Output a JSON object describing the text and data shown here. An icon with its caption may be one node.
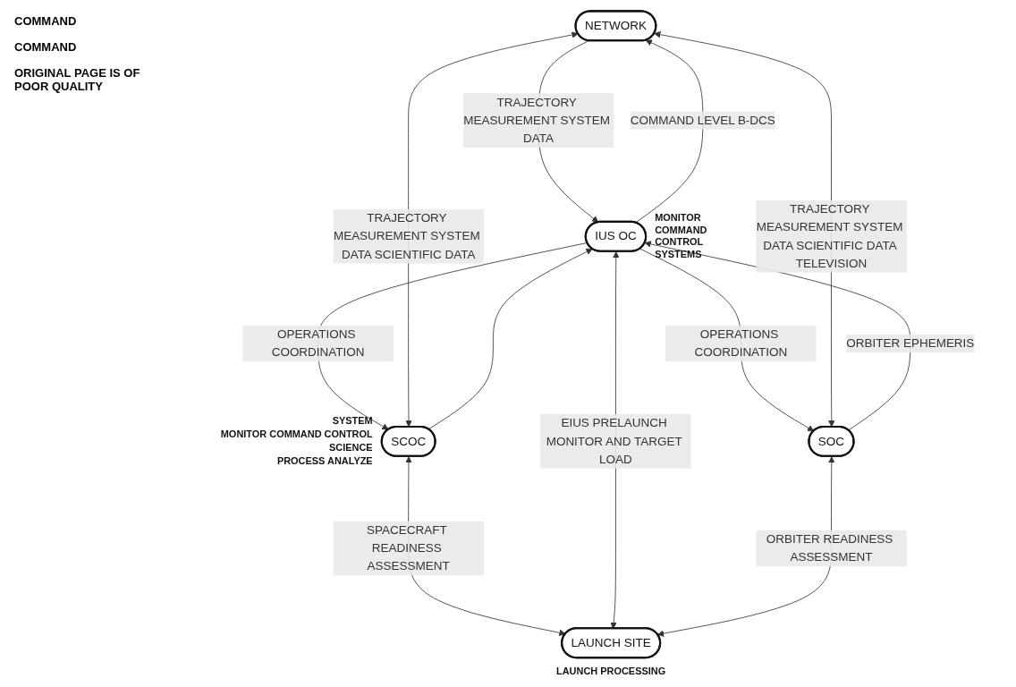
{
  "diagram": {
    "nodes": [
      {
        "text": [
          "NETWORK"
        ]
      },
      {
        "text": [
          "SCOC"
        ],
        "beside": [
          "SYSTEM",
          "MONITOR COMMAND CONTROL",
          "SCIENCE",
          "PROCESS ANALYZE"
        ]
      },
      {
        "text": [
          "IUS OC"
        ],
        "beside": [
          "MONITOR COMMAND CONTROL",
          "SYSTEMS"
        ]
      },
      {
        "text": [
          "SOC"
        ]
      },
      {
        "text": [
          "LAUNCH SITE"
        ],
        "beside": [
          "LAUNCH PROCESSING"
        ]
      }
    ],
    "edges": [
      {
        "from": 1,
        "to": 0,
        "arrow": "both",
        "label": "TRAJECTORY MEASUREMENT SYSTEM DATA SCIENTIFIC DATA"
      },
      {
        "from": 2,
        "to": 0,
        "arrow": "to",
        "label": "COMMAND LEVEL B-DCS"
      },
      {
        "from": 0,
        "to": 2,
        "arrow": "to",
        "label": "TRAJECTORY MEASUREMENT SYSTEM DATA"
      },
      {
        "from": 3,
        "to": 0,
        "arrow": "both",
        "label": "TRAJECTORY MEASUREMENT SYSTEM DATA SCIENTIFIC DATA TELEVISION"
      },
      {
        "from": 2,
        "to": 1,
        "arrow": "to",
        "label": "OPERATIONS COORDINATION"
      },
      {
        "from": 1,
        "to": 2,
        "arrow": "to"
      },
      {
        "from": 3,
        "to": 2,
        "arrow": "to",
        "label": "ORBITER EPHEMERIS"
      },
      {
        "from": 2,
        "to": 3,
        "arrow": "to",
        "label": "OPERATIONS COORDINATION"
      },
      {
        "from": 1,
        "to": 4,
        "arrow": "both",
        "label": "SPACECRAFT READINESS ASSESSMENT"
      },
      {
        "from": 2,
        "to": 4,
        "arrow": "both",
        "label": "EIUS PRELAUNCH MONITOR AND TARGET LOAD"
      },
      {
        "from": 3,
        "to": 4,
        "arrow": "both",
        "label": "ORBITER READINESS ASSESSMENT"
      }
    ],
    "labels": [
      "COMMAND",
      "COMMAND",
      "ORIGINAL PAGE IS OF POOR QUALITY"
    ]
  }
}
